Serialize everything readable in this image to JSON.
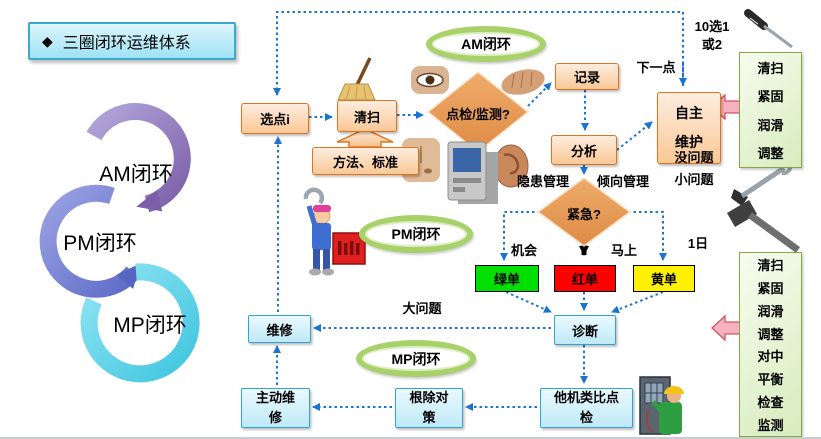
{
  "title": {
    "bullet": "◆",
    "text": "三圈闭环运维体系"
  },
  "cycles": [
    {
      "label": "AM闭环"
    },
    {
      "label": "PM闭环"
    },
    {
      "label": "MP闭环"
    }
  ],
  "loops": {
    "am": "AM闭环",
    "pm": "PM闭环",
    "mp": "MP闭环"
  },
  "nodes": {
    "select_point": "选点i",
    "sweep": "清扫",
    "method_standard": "方法、标准",
    "inspect_monitor": "点检/监测?",
    "record": "记录",
    "analyze": "分析",
    "self_maintain": "自主\n维护",
    "urgent": "紧急?",
    "diagnose": "诊断",
    "repair": "维修",
    "proactive_repair": "主动维\n修",
    "eradicate_measure": "根除对\n策",
    "analogous_inspect": "他机类比点\n检"
  },
  "cards": {
    "green": "绿单",
    "red": "红单",
    "yellow": "黄单"
  },
  "labels": {
    "pick_rule": "10选1\n或2",
    "next_point": "下一点",
    "no_problem": "没问题",
    "small_problem": "小问题",
    "hidden_mgmt": "隐患管理",
    "trend_mgmt": "倾向管理",
    "opportunity": "机会",
    "immediately": "马上",
    "one_day": "1日",
    "big_problem": "大问题"
  },
  "side_panels": [
    {
      "items": [
        "清扫",
        "紧固",
        "润滑",
        "调整"
      ]
    },
    {
      "items": [
        "清扫",
        "紧固",
        "润滑",
        "调整",
        "对中",
        "平衡",
        "检查",
        "监测"
      ]
    }
  ],
  "icons": [
    "broom",
    "eye",
    "hand",
    "nose",
    "ear",
    "inspection-device",
    "mechanic",
    "toolbox",
    "electrician",
    "screwdriver",
    "wrench",
    "hammer"
  ],
  "colors": {
    "card_green": "#00DF00",
    "card_red": "#FF0000",
    "card_yellow": "#FFF100",
    "connector_blue": "#1B74D2",
    "orange_border": "#E0731C",
    "blue_border": "#33A4D1",
    "panel_border": "#83A845",
    "loop_ring_green": "#A8D169"
  }
}
